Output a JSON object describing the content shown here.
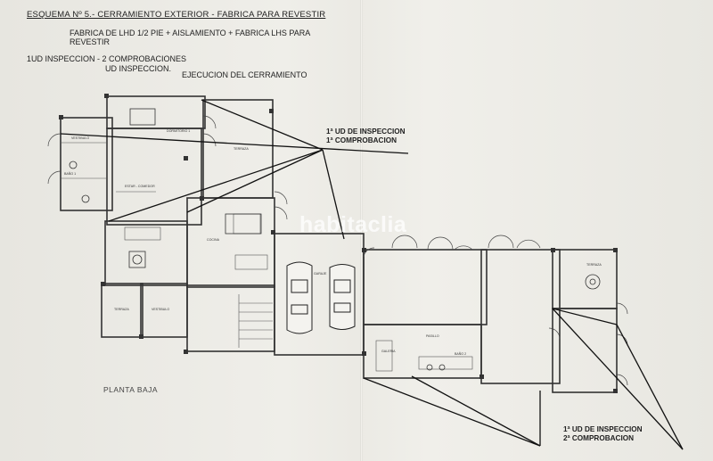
{
  "header": {
    "title": "ESQUEMA Nº 5.- CERRAMIENTO EXTERIOR - FABRICA PARA REVESTIR",
    "line1": "FABRICA DE LHD 1/2 PIE + AISLAMIENTO + FABRICA LHS PARA",
    "line2": "REVESTIR",
    "line3": "1UD INSPECCION -   2 COMPROBACIONES",
    "line4": "UD INSPECCION.",
    "line5": "EJECUCION DEL CERRAMIENTO"
  },
  "annotations": {
    "first_l1": "1ª  UD DE INSPECCION",
    "first_l2": "1ª COMPROBACION",
    "second_l1": "1ª UD DE INSPECCION",
    "second_l2": "2ª COMPROBACION"
  },
  "plan": {
    "label": "PLANTA BAJA",
    "rooms": {
      "vestibulo": "VESTIBULO",
      "dormitorio": "DORMITORIO 1",
      "terraza_norte": "TERRAZA",
      "estar": "ESTAR - COMEDOR",
      "bano1": "BAÑO 1",
      "cocina": "COCINA",
      "garaje": "GARAJE",
      "terraza_sur": "TERRAZA",
      "vestibulo2": "VESTIBULO",
      "terraza_este": "TERRAZA",
      "galeria": "GALERIA",
      "pasillo": "PASILLO",
      "bano2": "BAÑO 2"
    }
  },
  "watermark": "habitaclia",
  "colors": {
    "ink": "#222222",
    "paper": "#ecebe6",
    "inspection_line": "#111111"
  }
}
